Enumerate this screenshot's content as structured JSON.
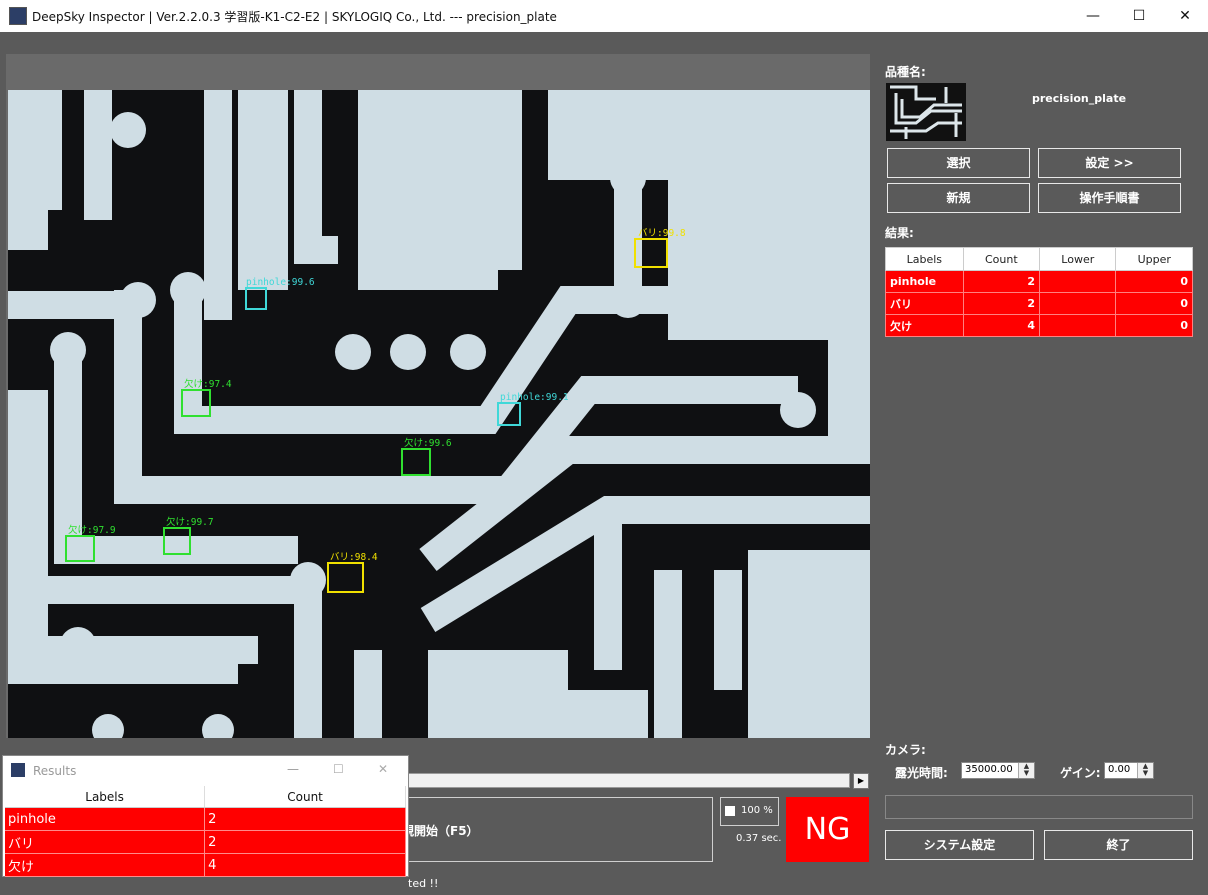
{
  "window": {
    "title": "DeepSky Inspector | Ver.2.2.0.3 学習版-K1-C2-E2 | SKYLOGIQ Co., Ltd. --- precision_plate",
    "minimize": "—",
    "maximize": "☐",
    "close": "✕"
  },
  "detections": [
    {
      "label": "バリ:99.8",
      "color": "#f0e000"
    },
    {
      "label": "pinhole:99.6",
      "color": "#40d8d8"
    },
    {
      "label": "欠け:97.4",
      "color": "#30e030"
    },
    {
      "label": "pinhole:99.1",
      "color": "#40d8d8"
    },
    {
      "label": "欠け:99.6",
      "color": "#30e030"
    },
    {
      "label": "欠け:97.9",
      "color": "#30e030"
    },
    {
      "label": "欠け:99.7",
      "color": "#30e030"
    },
    {
      "label": "バリ:98.4",
      "color": "#f0e000"
    }
  ],
  "right_panel": {
    "product_heading": "品種名:",
    "product_name": "precision_plate",
    "select_button": "選択",
    "settings_button": "設定 >>",
    "new_button": "新規",
    "manual_button": "操作手順書",
    "result_heading": "結果:",
    "columns": [
      "Labels",
      "Count",
      "Lower",
      "Upper"
    ],
    "rows": [
      {
        "label": "pinhole",
        "count": "2",
        "lower": "",
        "upper": "0"
      },
      {
        "label": "バリ",
        "count": "2",
        "lower": "",
        "upper": "0"
      },
      {
        "label": "欠け",
        "count": "4",
        "lower": "",
        "upper": "0"
      }
    ],
    "camera_heading": "カメラ:",
    "exposure_label": "露光時間:",
    "exposure_value": "35000.00",
    "gain_label": "ゲイン:",
    "gain_value": "0.00",
    "system_settings_button": "システム設定",
    "exit_button": "終了"
  },
  "bottom": {
    "start_monitor_label": "視開始（F5）",
    "zoom_value": "100 %",
    "elapsed": "0.37 sec.",
    "judgement": "NG",
    "judgement_color": "#ff0000",
    "status_fragment": "ted !!"
  },
  "results_window": {
    "title": "Results",
    "minimize": "—",
    "maximize": "☐",
    "close": "✕",
    "columns": [
      "Labels",
      "Count"
    ],
    "rows": [
      {
        "label": "pinhole",
        "count": "2"
      },
      {
        "label": "バリ",
        "count": "2"
      },
      {
        "label": "欠け",
        "count": "4"
      }
    ]
  }
}
